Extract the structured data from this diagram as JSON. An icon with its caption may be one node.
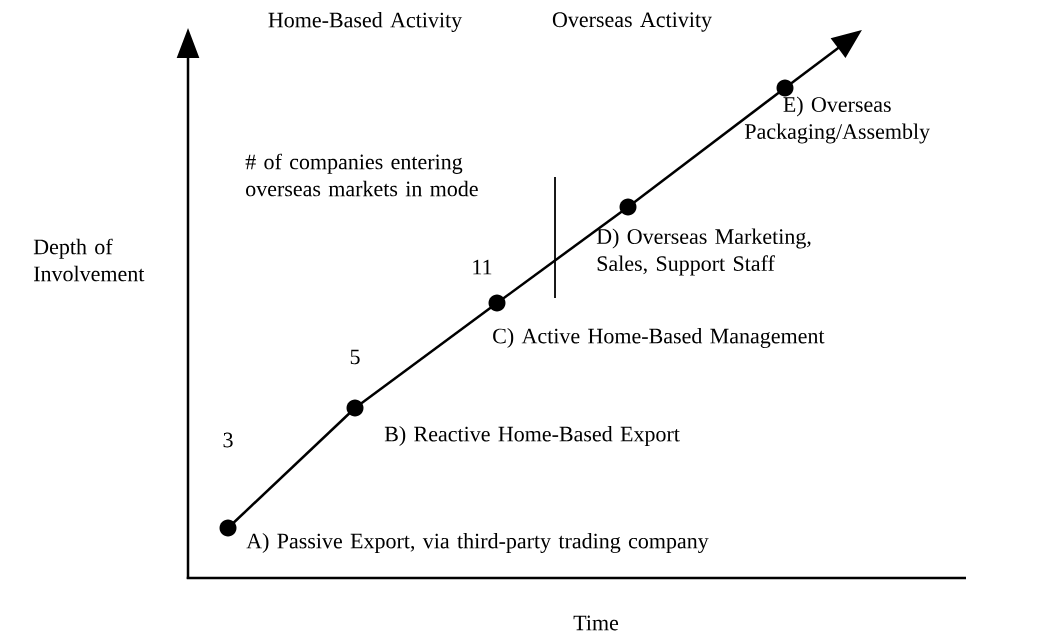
{
  "diagram": {
    "nodes": [
      {
        "text": [],
        "shape": "circle",
        "beside": [
          "A) Passive Export, via third-party trading company"
        ]
      },
      {
        "text": [],
        "shape": "circle",
        "beside": [
          "B) Reactive Home-Based Export"
        ]
      },
      {
        "text": [],
        "shape": "circle",
        "beside": [
          "C) Active Home-Based Management"
        ]
      },
      {
        "text": [],
        "shape": "circle",
        "beside": [
          "D) Overseas Marketing, Sales, Support Staff"
        ]
      },
      {
        "text": [],
        "shape": "circle",
        "beside": [
          "E) Overseas Packaging/Assembly"
        ]
      }
    ],
    "edges": [
      {
        "from": 0,
        "to": 1,
        "arrow": "none"
      },
      {
        "from": 1,
        "to": 2,
        "arrow": "none"
      },
      {
        "from": 2,
        "to": 3,
        "arrow": "none"
      },
      {
        "from": 3,
        "to": 4,
        "arrow": "none"
      },
      {
        "from": 4,
        "to": null,
        "arrow": "to"
      }
    ],
    "labels": [
      "Home-Based Activity",
      "Overseas Activity",
      "# of companies entering overseas markets in mode",
      "Depth of Involvement",
      "11",
      "5",
      "3",
      "Time"
    ]
  }
}
